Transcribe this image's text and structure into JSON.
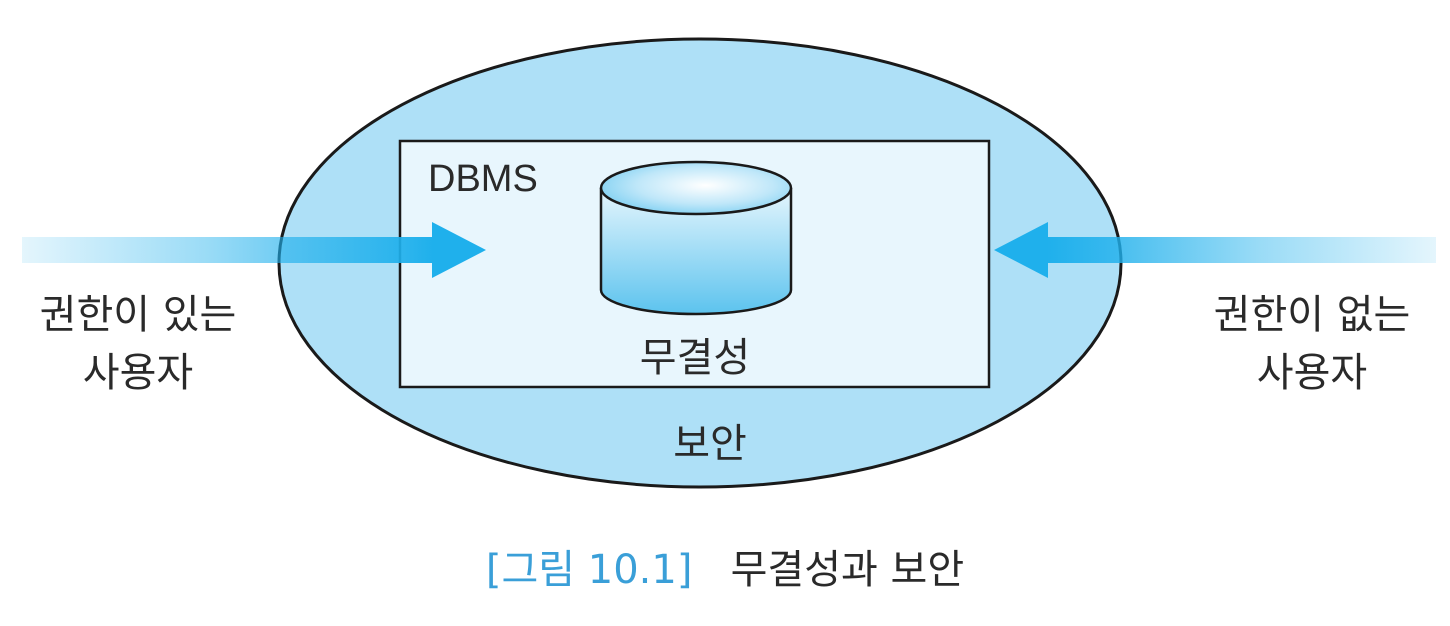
{
  "diagram": {
    "outer_region_label": "보안",
    "inner_box_label": "DBMS",
    "database_label": "무결성",
    "left_actor": {
      "line1": "권한이 있는",
      "line2": "사용자"
    },
    "right_actor": {
      "line1": "권한이 없는",
      "line2": "사용자"
    }
  },
  "caption": {
    "number": "[그림 10.1]",
    "title": "무결성과 보안"
  },
  "colors": {
    "ellipse_fill": "#aee0f7",
    "box_fill": "#e8f6fd",
    "arrow": "#1fb0ec",
    "caption_accent": "#3a9fd8",
    "text": "#2a2a2a"
  }
}
